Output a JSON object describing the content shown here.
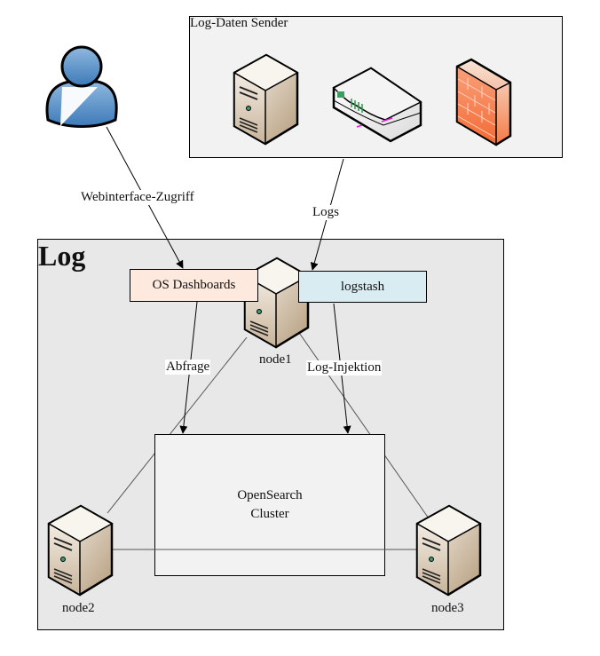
{
  "diagram": {
    "groups": {
      "sender": {
        "title": "Log-Daten Sender"
      },
      "log": {
        "title": "Log"
      }
    },
    "components": {
      "os_dashboards": {
        "label": "OS Dashboards",
        "fill": "#fde9dd"
      },
      "logstash": {
        "label": "logstash",
        "fill": "#d9ecf2"
      },
      "cluster": {
        "line1": "OpenSearch",
        "line2": "Cluster",
        "fill": "#f2f2f2"
      }
    },
    "nodes": [
      {
        "id": "node1",
        "label": "node1"
      },
      {
        "id": "node2",
        "label": "node2"
      },
      {
        "id": "node3",
        "label": "node3"
      }
    ],
    "sender_devices": [
      {
        "type": "server",
        "icon": "server-icon"
      },
      {
        "type": "network-switch",
        "icon": "switch-icon"
      },
      {
        "type": "firewall",
        "icon": "firewall-icon"
      }
    ],
    "user": {
      "icon": "user-icon"
    },
    "edges": {
      "web_access": "Webinterface-Zugriff",
      "logs": "Logs",
      "query": "Abfrage",
      "injection": "Log-Injektion"
    },
    "colors": {
      "group_fill": "#f2f2f2",
      "log_fill": "#e8e8e8",
      "firewall": "#f7764a",
      "user": "#4a86c0"
    }
  }
}
